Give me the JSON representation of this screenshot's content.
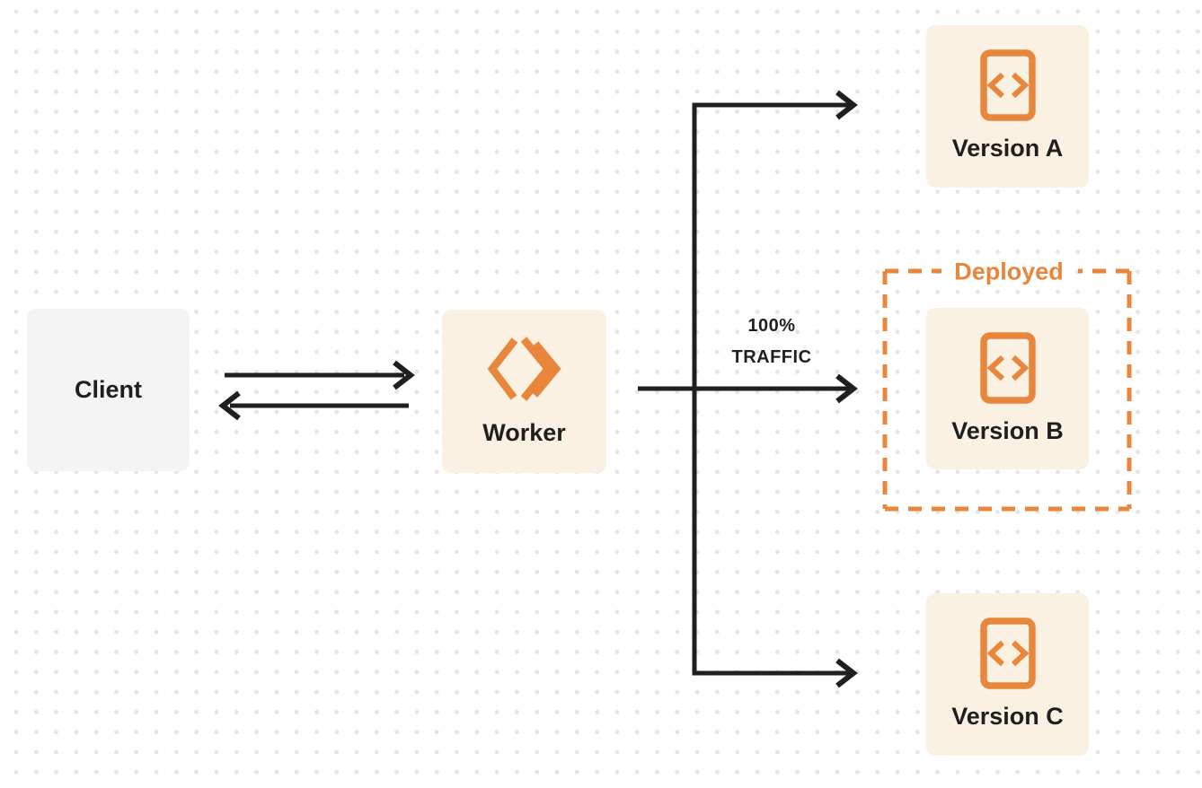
{
  "colors": {
    "accent_orange": "#E8873C",
    "node_cream": "#FAF1E3",
    "node_gray": "#F4F4F5",
    "ink": "#1F1F1F",
    "dot_grid": "#E5E5E5",
    "background": "#FFFFFF"
  },
  "nodes": {
    "client": {
      "label": "Client"
    },
    "worker": {
      "label": "Worker",
      "icon": "cloudflare-workers-icon"
    },
    "version_a": {
      "label": "Version A",
      "icon": "code-file-icon"
    },
    "version_b": {
      "label": "Version B",
      "icon": "code-file-icon"
    },
    "version_c": {
      "label": "Version C",
      "icon": "code-file-icon"
    }
  },
  "annotations": {
    "deployed_label": "Deployed",
    "traffic_line1": "100%",
    "traffic_line2": "TRAFFIC"
  },
  "edges": [
    {
      "from": "client",
      "to": "worker",
      "type": "arrow-right"
    },
    {
      "from": "worker",
      "to": "client",
      "type": "arrow-left"
    },
    {
      "from": "worker",
      "to": "version_a",
      "type": "branch-arrow"
    },
    {
      "from": "worker",
      "to": "version_b",
      "type": "main-arrow",
      "label": "100% TRAFFIC"
    },
    {
      "from": "worker",
      "to": "version_c",
      "type": "branch-arrow"
    }
  ]
}
